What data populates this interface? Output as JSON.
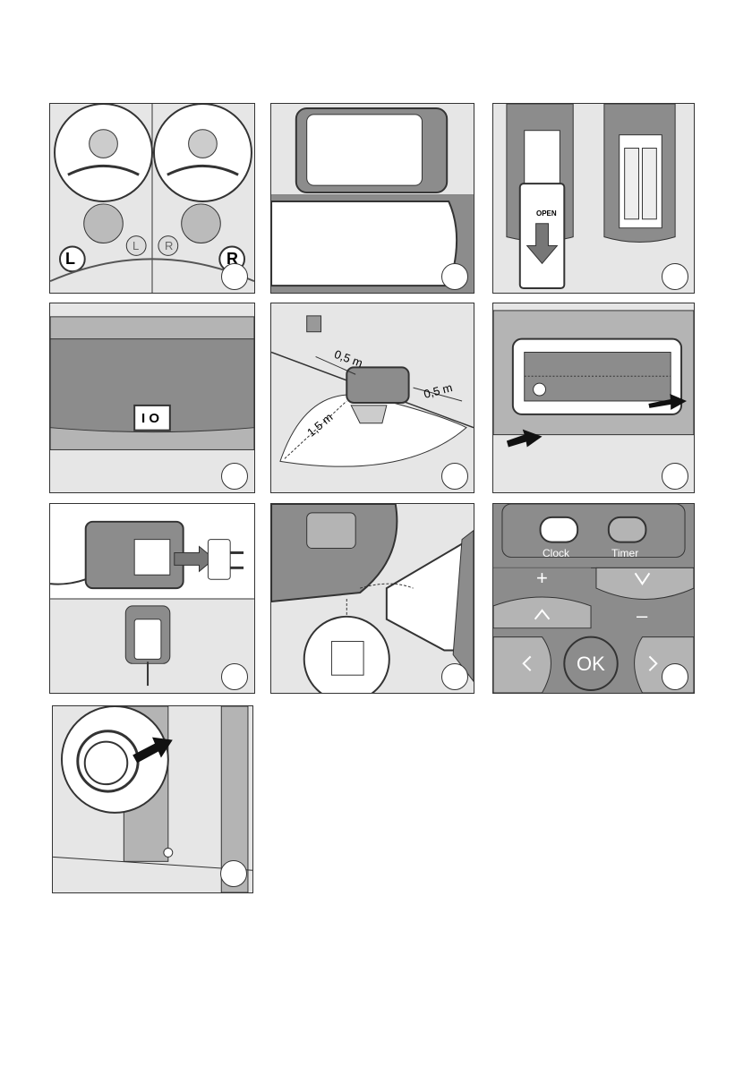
{
  "panels": {
    "p1": {
      "brush_left": "L",
      "brush_right": "R",
      "brush_left_small": "L",
      "brush_right_small": "R"
    },
    "p3": {
      "cover_text": "OPEN"
    },
    "p4": {
      "switch_text": "I O"
    },
    "p5": {
      "dist_top": "0,5 m",
      "dist_right": "0,5 m",
      "dist_front": "1,5 m"
    },
    "p9": {
      "clock": "Clock",
      "timer": "Timer",
      "plus": "+",
      "minus": "–",
      "ok": "OK"
    }
  },
  "colors": {
    "panel_bg": "#e6e6e6",
    "dark_gray": "#8c8c8c",
    "mid_gray": "#b4b4b4",
    "line": "#333333"
  }
}
